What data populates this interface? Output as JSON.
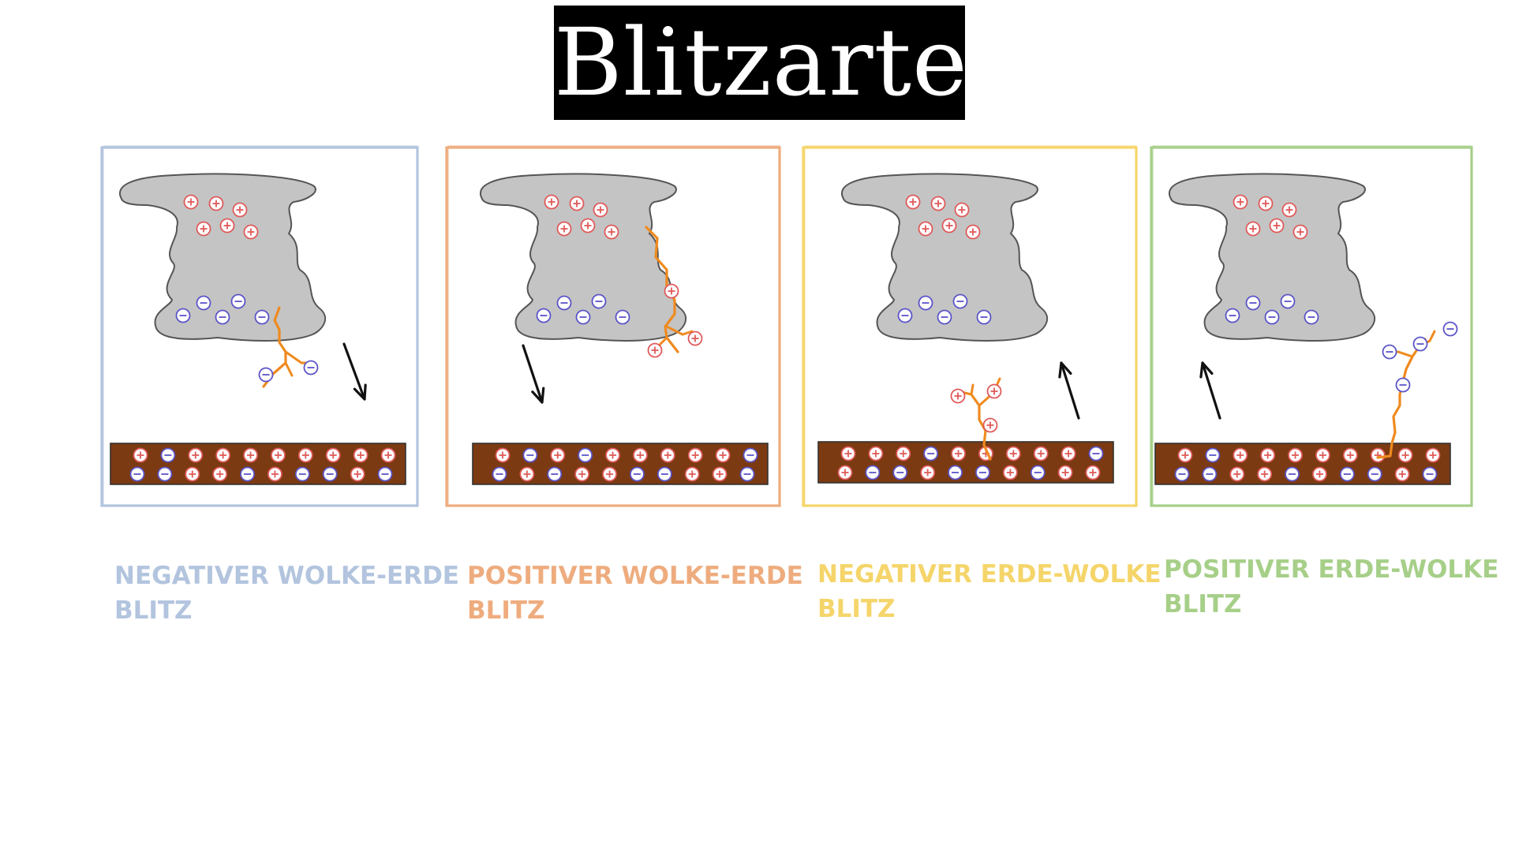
{
  "title": "Blitzarten",
  "colors": {
    "cloud": "#c4c4c4",
    "ground": "#7b3a12",
    "lightning": "#ef8a1e",
    "positive": "#e05a5a",
    "negative": "#5b54c8",
    "arrow": "#111111"
  },
  "panels": [
    {
      "caption": "NEGATIVER WOLKE-ERDE\nBLITZ",
      "frame_color": "#b2c4de",
      "text_color": "#b2c4de",
      "discharge": "cloud-to-ground",
      "bolt_charge": "negative",
      "arrow": "down"
    },
    {
      "caption": "POSITIVER WOLKE-ERDE\nBLITZ",
      "frame_color": "#eeac7e",
      "text_color": "#eeac7e",
      "discharge": "cloud-to-ground",
      "bolt_charge": "positive",
      "arrow": "down"
    },
    {
      "caption": "NEGATIVER ERDE-WOLKE\nBLITZ",
      "frame_color": "#f5d56a",
      "text_color": "#f5d56a",
      "discharge": "ground-to-cloud",
      "bolt_charge": "positive",
      "arrow": "up"
    },
    {
      "caption": "POSITIVER ERDE-WOLKE\nBLITZ",
      "frame_color": "#a6cf88",
      "text_color": "#a6cf88",
      "discharge": "ground-to-cloud",
      "bolt_charge": "negative",
      "arrow": "up"
    }
  ]
}
